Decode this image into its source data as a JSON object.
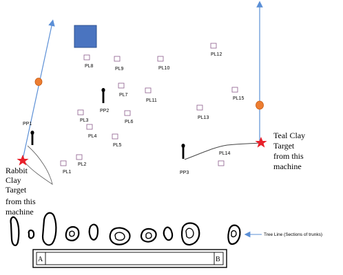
{
  "pegs": [
    {
      "id": "pl1",
      "label": "PL1"
    },
    {
      "id": "pl2",
      "label": "PL2"
    },
    {
      "id": "pl3",
      "label": "PL3"
    },
    {
      "id": "pl4",
      "label": "PL4"
    },
    {
      "id": "pl5",
      "label": "PL5"
    },
    {
      "id": "pl6",
      "label": "PL6"
    },
    {
      "id": "pl7",
      "label": "PL7"
    },
    {
      "id": "pl8",
      "label": "PL8"
    },
    {
      "id": "pl9",
      "label": "PL9"
    },
    {
      "id": "pl10",
      "label": "PL10"
    },
    {
      "id": "pl11",
      "label": "PL11"
    },
    {
      "id": "pl12",
      "label": "PL12"
    },
    {
      "id": "pl13",
      "label": "PL13"
    },
    {
      "id": "pl14",
      "label": "PL14"
    },
    {
      "id": "pl15",
      "label": "PL15"
    }
  ],
  "shooting_positions": [
    {
      "id": "pp1",
      "label": "PP1"
    },
    {
      "id": "pp2",
      "label": "PP2"
    },
    {
      "id": "pp3",
      "label": "PP3"
    }
  ],
  "rabbit_machine": {
    "lines": [
      "Rabbit",
      "Clay",
      "Target",
      "from this",
      "machine"
    ]
  },
  "teal_machine": {
    "lines": [
      "Teal Clay",
      "Target",
      "from this",
      "machine"
    ]
  },
  "tree_line": {
    "label": "Tree Line (Sections of trunks)"
  },
  "stand_ends": {
    "a": "A",
    "b": "B"
  },
  "colors": {
    "trajectory": "#5b8fd6",
    "clay_marker": "#ed7d31",
    "machine_star": "#e8202a",
    "peg_box": "#8a5a8a",
    "blue_square": "#4a74c0"
  }
}
